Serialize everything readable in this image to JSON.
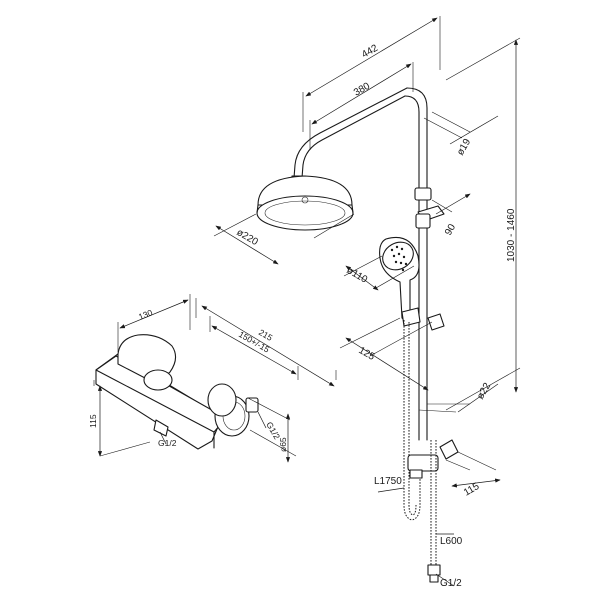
{
  "dimensions": {
    "arm_length_total": "442",
    "arm_length": "380",
    "arm_diameter": "ø19",
    "head_diameter": "ø220",
    "slider_offset": "90",
    "rail_height_range": "1030 - 1460",
    "hand_shower_diameter": "ø110",
    "hand_shower_offset": "125",
    "rail_diameter": "ø22",
    "hose_length": "L1750",
    "holder_offset": "115",
    "lower_hose_length": "L600",
    "lower_thread": "G1/2",
    "mixer_depth": "130",
    "mixer_width": "215",
    "mixer_center_distance": "150+/-15",
    "mixer_height": "115",
    "mixer_thread_left": "G1/2",
    "mixer_thread_right": "G1/2",
    "mixer_flange_diameter": "ø65"
  }
}
